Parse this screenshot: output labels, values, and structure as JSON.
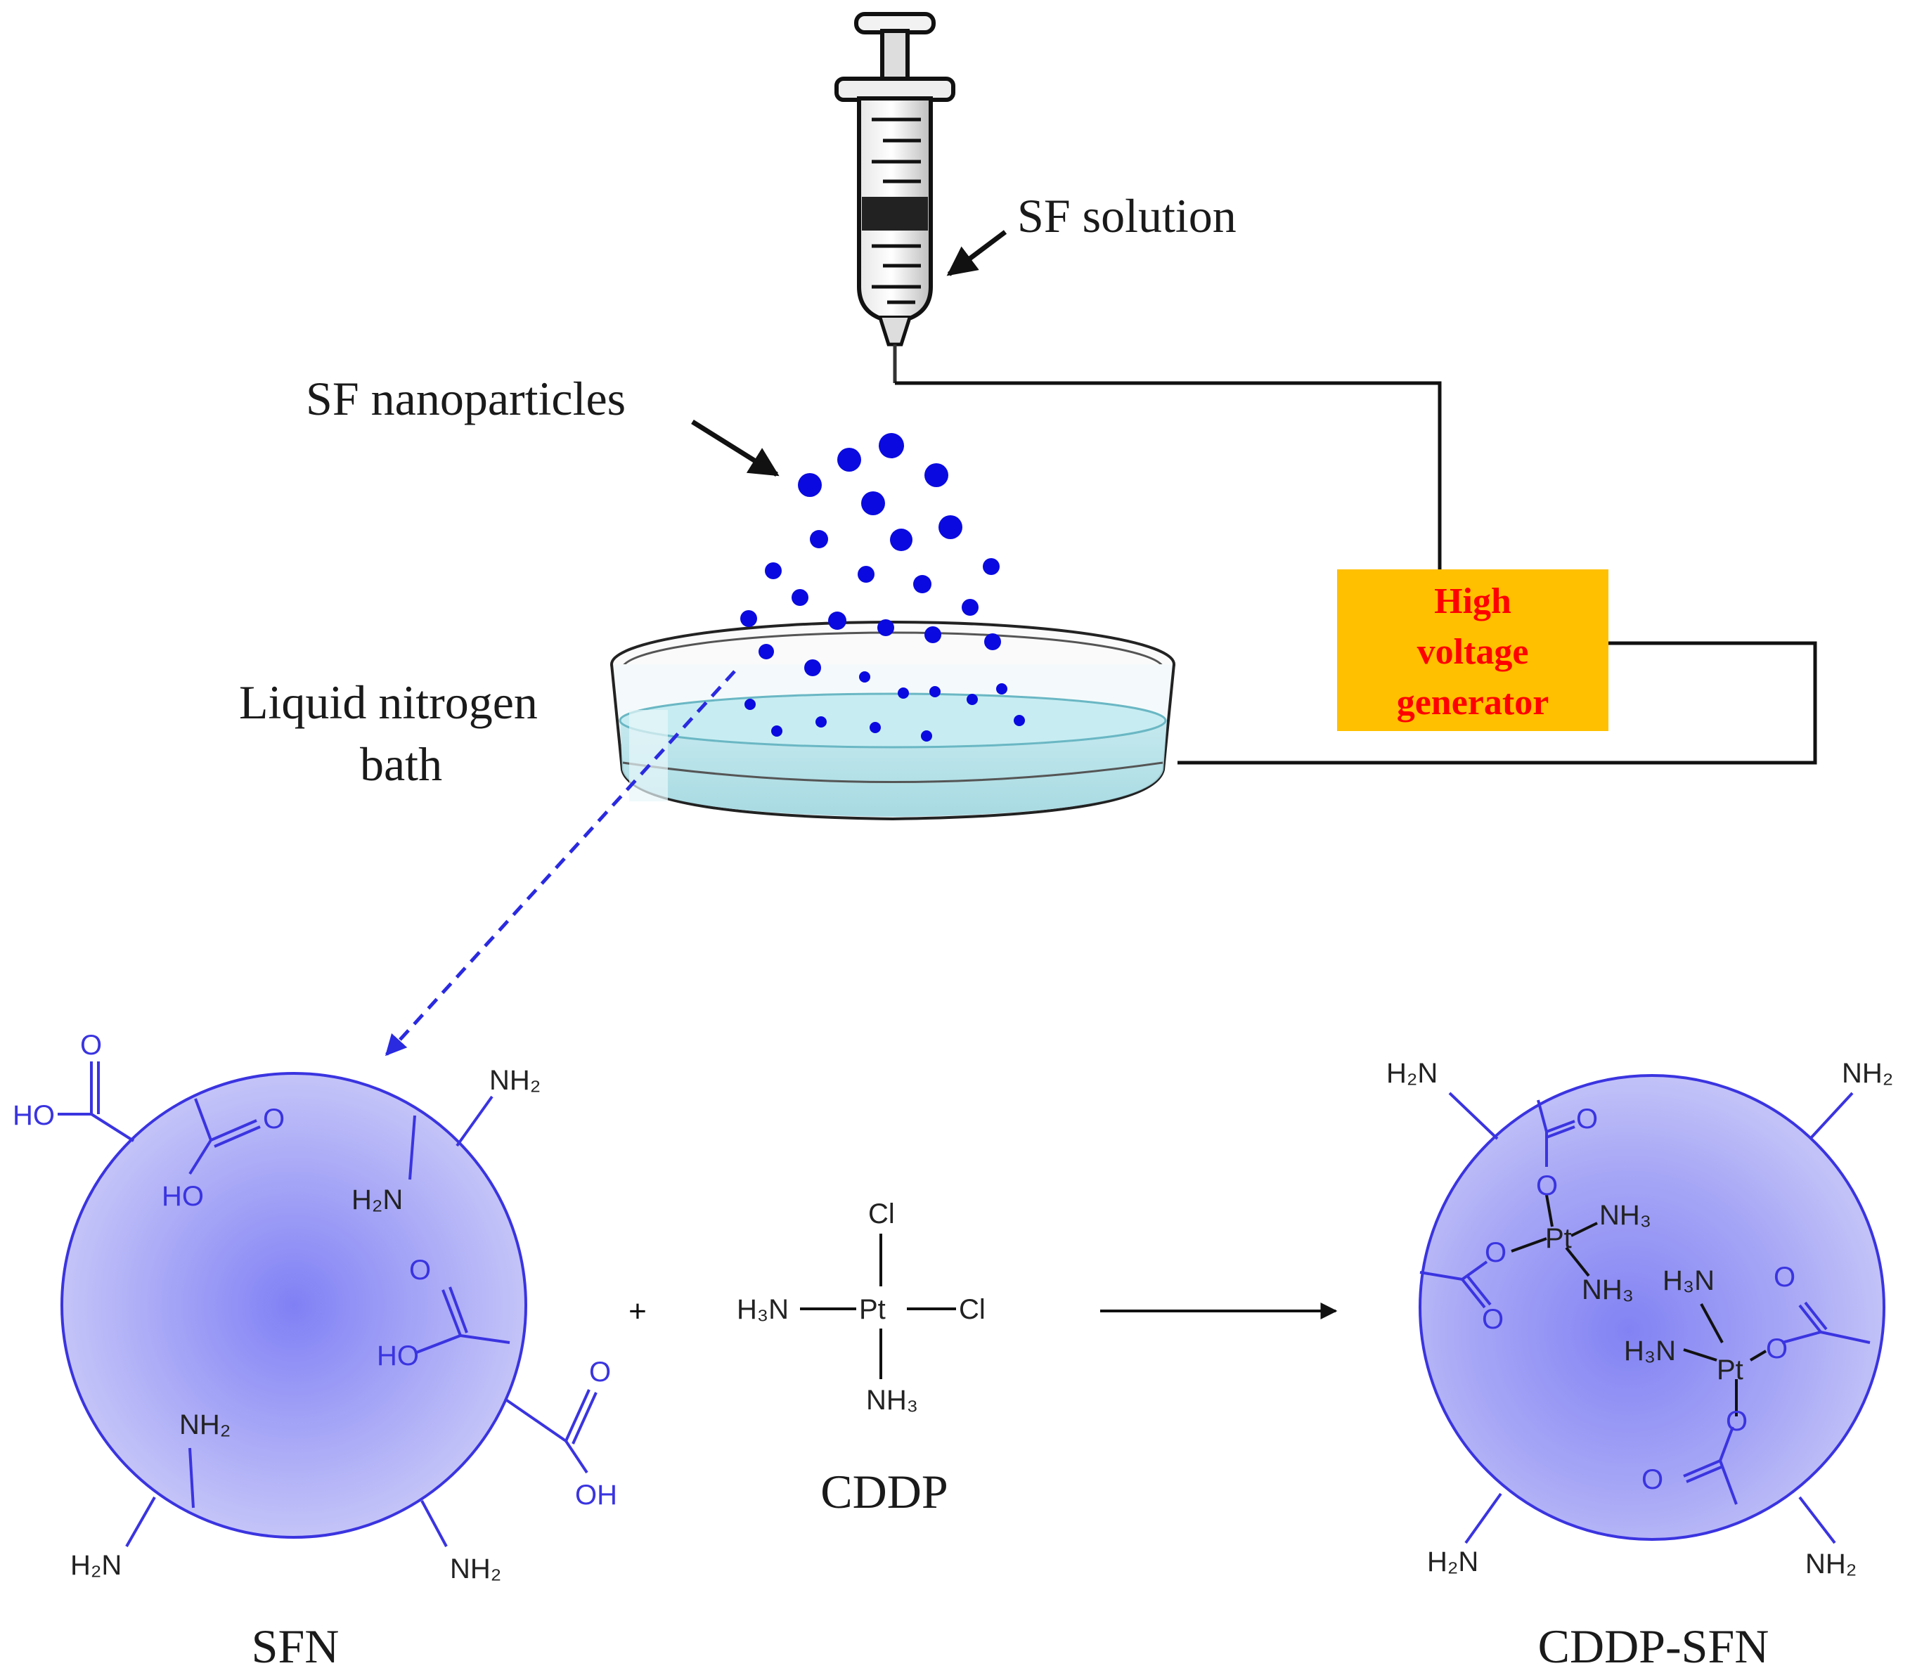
{
  "labels": {
    "sf_solution": "SF solution",
    "sf_nanoparticles": "SF nanoparticles",
    "bath_line1": "Liquid nitrogen",
    "bath_line2": "bath",
    "hv_line1": "High",
    "hv_line2": "voltage",
    "hv_line3": "generator",
    "sfn": "SFN",
    "cddp": "CDDP",
    "cddp_sfn": "CDDP-SFN",
    "plus": "+"
  },
  "chem": {
    "cl": "Cl",
    "pt": "Pt",
    "h3n": "H₃N",
    "nh3": "NH₃",
    "nh2": "NH₂",
    "h2n": "H₂N",
    "ho": "HO",
    "oh": "OH",
    "o": "O"
  },
  "colors": {
    "particle": "#0a0ae0",
    "molecule": "#3a34e0",
    "sphere": "#8c8cf2",
    "hv_box": "#ffc000",
    "hv_text": "#ff0000",
    "liquid": "#b6e3ea"
  }
}
